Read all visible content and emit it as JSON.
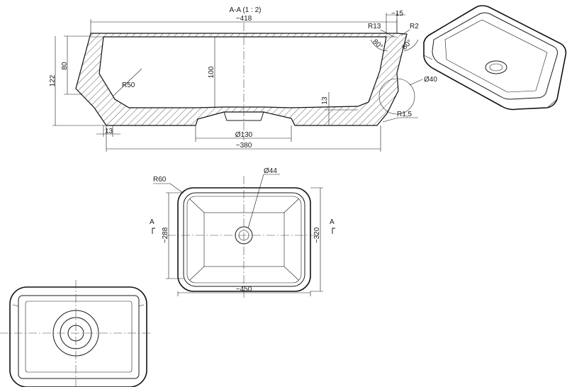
{
  "section": {
    "title": "A-A (1 : 2)",
    "dims": {
      "top_width": "~418",
      "rim": "~15",
      "r13": "R13",
      "r2": "R2",
      "angle_left": "80°",
      "angle_right": "80°",
      "h80": "80",
      "h122": "122",
      "h100": "100",
      "r50": "R50",
      "d40": "Ø40",
      "t13_right": "13",
      "r1_5": "R1,5",
      "t13_bottom": "13",
      "d130": "Ø130",
      "bottom_width": "~380"
    }
  },
  "plan": {
    "r60": "R60",
    "d44": "Ø44",
    "w288": "~288",
    "w320": "~320",
    "w450": "~450",
    "section_marker": "A"
  }
}
